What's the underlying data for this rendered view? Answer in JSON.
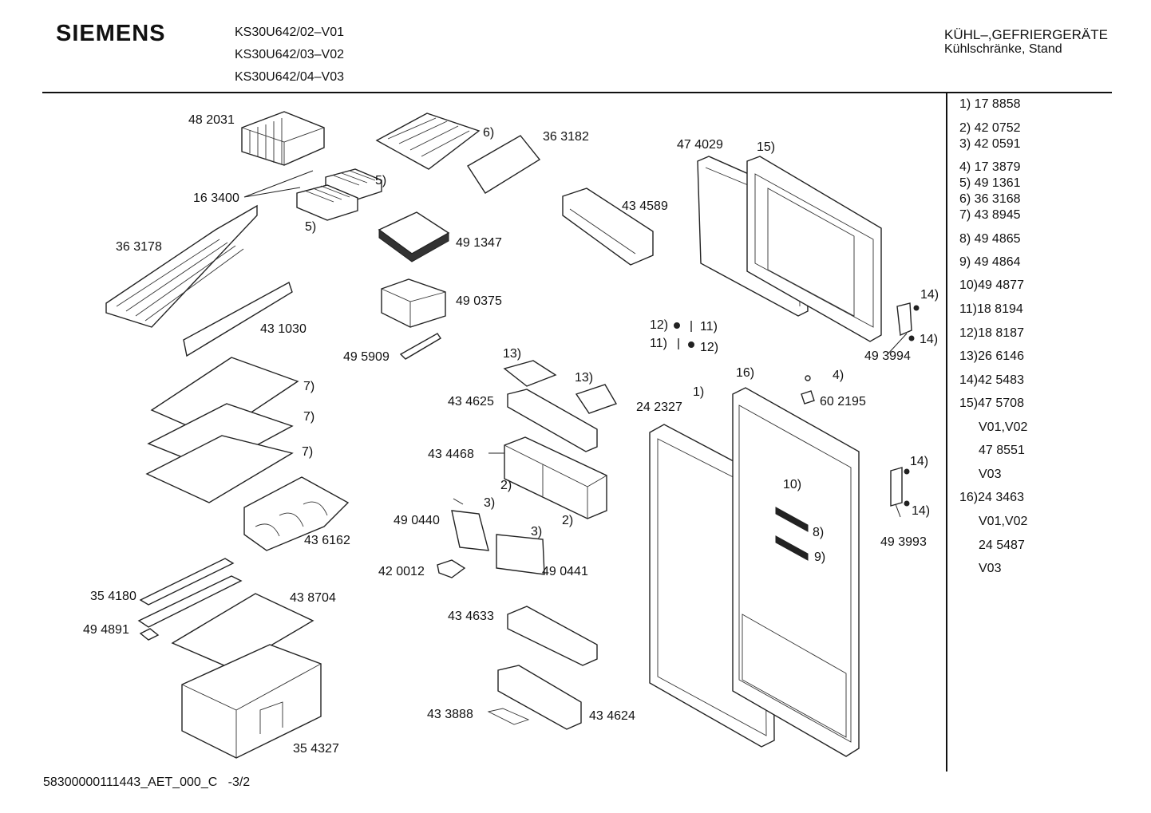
{
  "header": {
    "brand": "SIEMENS",
    "models": [
      "KS30U642/02–V01",
      "KS30U642/03–V02",
      "KS30U642/04–V03"
    ],
    "category": "KÜHL–,GEFRIERGERÄTE",
    "subcategory": "Kühlschränke, Stand"
  },
  "labels": {
    "p482031": "48 2031",
    "p163400": "16 3400",
    "p5a": "5)",
    "p5b": "5)",
    "p6": "6)",
    "p363182": "36 3182",
    "p363178": "36 3178",
    "p491347": "49 1347",
    "p434589": "43 4589",
    "p474029": "47 4029",
    "p15": "15)",
    "p490375": "49 0375",
    "p431030": "43 1030",
    "p495909": "49 5909",
    "p14a": "14)",
    "p14b": "14)",
    "p14c": "14)",
    "p14d": "14)",
    "p12a": "12)",
    "p11a": "11)",
    "p11b": "11)",
    "p12b": "12)",
    "p493994": "49 3994",
    "p13a": "13)",
    "p13b": "13)",
    "p7a": "7)",
    "p7b": "7)",
    "p7c": "7)",
    "p434625": "43 4625",
    "p16": "16)",
    "p4": "4)",
    "p1": "1)",
    "p242327": "24 2327",
    "p602195": "60 2195",
    "p434468": "43 4468",
    "p2a": "2)",
    "p2b": "2)",
    "p3a": "3)",
    "p3b": "3)",
    "p10": "10)",
    "p8": "8)",
    "p9": "9)",
    "p490440": "49 0440",
    "p490441": "49 0441",
    "p436162": "43 6162",
    "p493993": "49 3993",
    "p420012": "42 0012",
    "p354180": "35 4180",
    "p438704": "43 8704",
    "p494891": "49 4891",
    "p434633": "43 4633",
    "p433888": "43 3888",
    "p434624": "43 4624",
    "p354327": "35 4327"
  },
  "legend": [
    "1)  17 8858",
    "2)  42 0752",
    "3)  42 0591",
    "4)  17 3879",
    "5)  49 1361",
    "6)  36 3168",
    "7)  43 8945",
    "8)  49 4865",
    "9)  49 4864",
    "10)49 4877",
    "11)18 8194",
    "12)18 8187",
    "13)26 6146",
    "14)42 5483",
    "15)47 5708",
    "V01,V02",
    "47 8551",
    "V03",
    "16)24 3463",
    "V01,V02",
    "24 5487",
    "V03"
  ],
  "footer": {
    "doc_id": "58300000111443_AET_000_C",
    "page": "-3/2"
  }
}
